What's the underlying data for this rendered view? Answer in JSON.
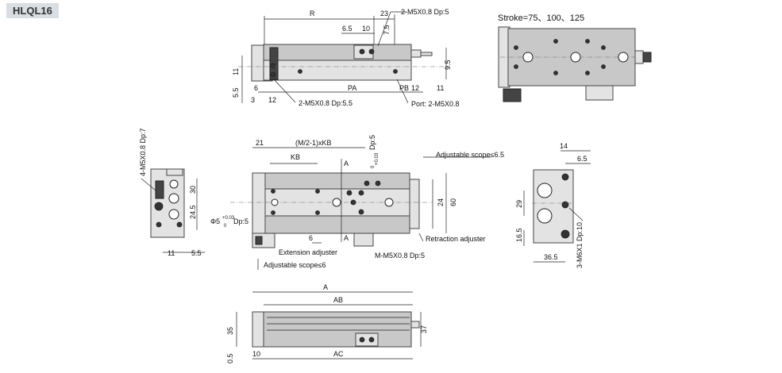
{
  "model": "HLQL16",
  "stroke_note": "Stroke=75、100、125",
  "top_view": {
    "dims": [
      "R",
      "23",
      "6.5",
      "10",
      "7.5",
      "11",
      "5.5",
      "6",
      "3",
      "12",
      "PA",
      "PB",
      "12",
      "11",
      "9.5"
    ],
    "callouts": [
      "2-M5X0.8 Dp:5",
      "2-M5X0.8 Dp:5.5",
      "Port: 2-M5X0.8"
    ]
  },
  "front_view": {
    "dims": [
      "21",
      "(M/2-1)xKB",
      "KB",
      "A",
      "A",
      "6",
      "24",
      "60",
      "Adjustable scope≤6.5",
      "Φ5",
      "Dp:5",
      "Dp:5"
    ],
    "tol_upper": "+0.03",
    "tol_lower": "0",
    "callouts": [
      "Extension adjuster",
      "Adjustable scope≤6",
      "M-M5X0.8 Dp:5",
      "Retraction adjuster"
    ]
  },
  "left_view": {
    "dims": [
      "30",
      "24.5",
      "11",
      "5.5"
    ],
    "callouts": [
      "4-M5X0.8 Dp:7"
    ]
  },
  "right_view": {
    "dims": [
      "14",
      "6.5",
      "29",
      "16.5",
      "36.5"
    ],
    "callouts": [
      "3-M6X1 Dp:10"
    ]
  },
  "bottom_view": {
    "dims": [
      "A",
      "AB",
      "35",
      "37",
      "0.5",
      "10",
      "AC"
    ]
  }
}
